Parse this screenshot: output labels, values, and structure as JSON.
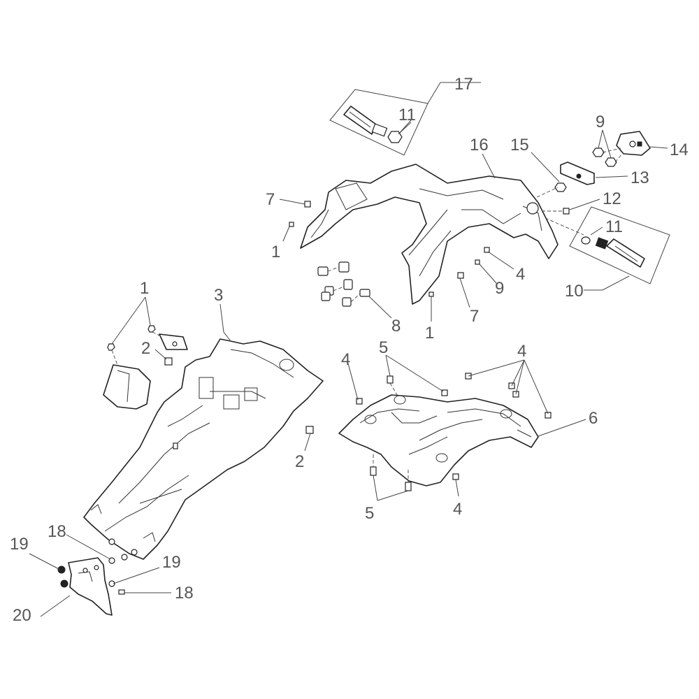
{
  "callouts": [
    {
      "id": "c1a",
      "text": "1"
    },
    {
      "id": "c1b",
      "text": "1"
    },
    {
      "id": "c1c",
      "text": "1"
    },
    {
      "id": "c2a",
      "text": "2"
    },
    {
      "id": "c2b",
      "text": "2"
    },
    {
      "id": "c3",
      "text": "3"
    },
    {
      "id": "c4a",
      "text": "4"
    },
    {
      "id": "c4b",
      "text": "4"
    },
    {
      "id": "c4c",
      "text": "4"
    },
    {
      "id": "c4d",
      "text": "4"
    },
    {
      "id": "c5a",
      "text": "5"
    },
    {
      "id": "c5b",
      "text": "5"
    },
    {
      "id": "c6",
      "text": "6"
    },
    {
      "id": "c7a",
      "text": "7"
    },
    {
      "id": "c7b",
      "text": "7"
    },
    {
      "id": "c8",
      "text": "8"
    },
    {
      "id": "c9a",
      "text": "9"
    },
    {
      "id": "c9b",
      "text": "9"
    },
    {
      "id": "c10",
      "text": "10"
    },
    {
      "id": "c11a",
      "text": "11"
    },
    {
      "id": "c11b",
      "text": "11"
    },
    {
      "id": "c12",
      "text": "12"
    },
    {
      "id": "c13",
      "text": "13"
    },
    {
      "id": "c14",
      "text": "14"
    },
    {
      "id": "c15",
      "text": "15"
    },
    {
      "id": "c16",
      "text": "16"
    },
    {
      "id": "c17",
      "text": "17"
    },
    {
      "id": "c18a",
      "text": "18"
    },
    {
      "id": "c18b",
      "text": "18"
    },
    {
      "id": "c19a",
      "text": "19"
    },
    {
      "id": "c19b",
      "text": "19"
    },
    {
      "id": "c20",
      "text": "20"
    }
  ]
}
